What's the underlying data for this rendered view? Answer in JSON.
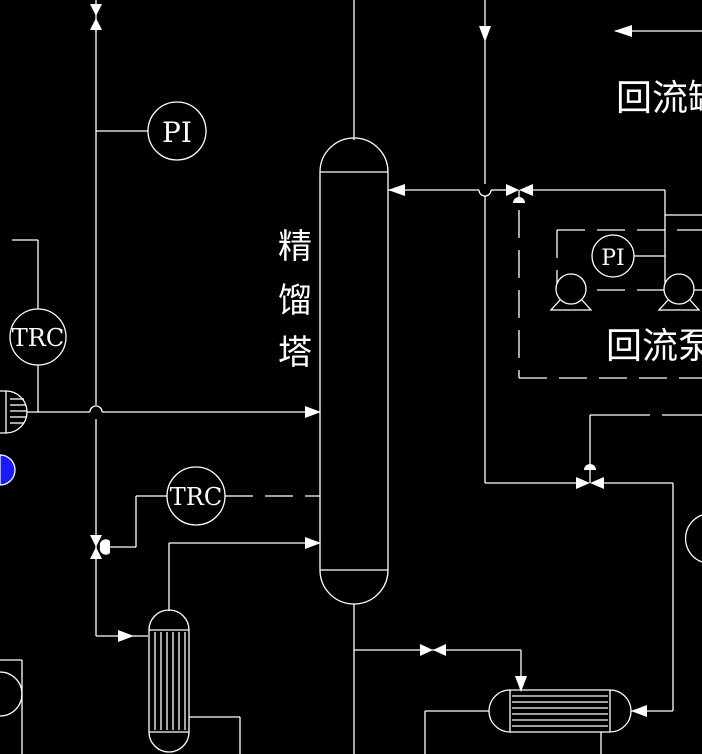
{
  "column": {
    "label_chars": [
      "精",
      "馏",
      "塔"
    ]
  },
  "instruments": {
    "pi_top": "PI",
    "pi_pump": "PI",
    "trc_left": "TRC",
    "trc_mid": "TRC"
  },
  "labels": {
    "reflux_tank": "回流罐",
    "reflux_pump": "回流泵"
  },
  "colors": {
    "background": "#000000",
    "line": "#ffffff",
    "accent_blue": "#1a1aff"
  }
}
